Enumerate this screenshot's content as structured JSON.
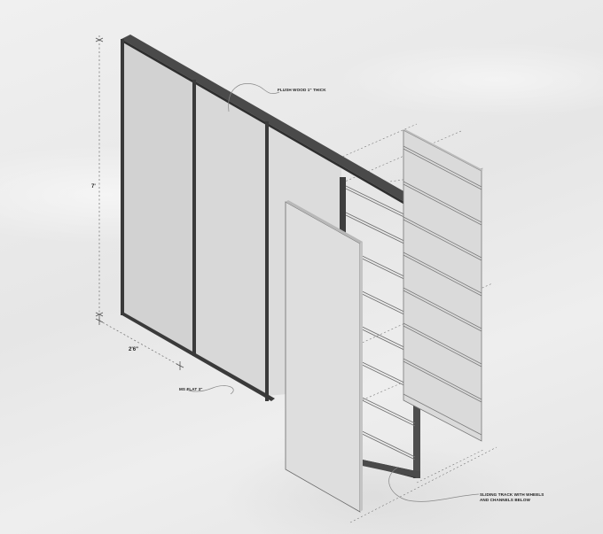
{
  "drawing": {
    "type": "isometric partition wall detail",
    "colors": {
      "background": "#ececec",
      "frame": "#4a4a4a",
      "panel": "#d6d6d6",
      "panel_light": "#e2e2e2",
      "line": "#555555",
      "dashed": "#777777"
    }
  },
  "annotations": {
    "flush_wood": "FLUSH WOOD 1\" THICK",
    "ms_flat": "MS FLAT 3\"",
    "sliding_track_line1": "SLIDING TRACK WITH WHEELS",
    "sliding_track_line2": "AND CHANNELS BELOW"
  },
  "dimensions": {
    "height": "7'",
    "width": "2'6\""
  }
}
